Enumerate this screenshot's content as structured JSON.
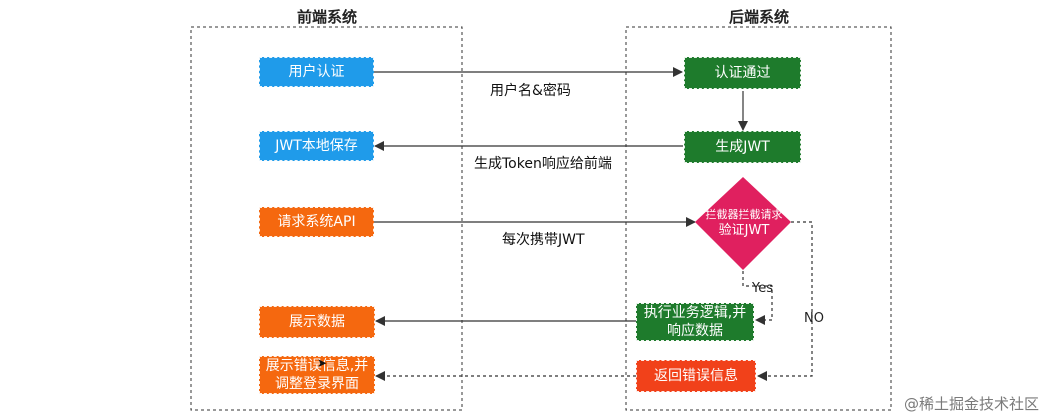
{
  "frontend": {
    "title": "前端系统",
    "nodes": {
      "auth": "用户认证",
      "save_jwt": "JWT本地保存",
      "request_api": "请求系统API",
      "show_data": "展示数据",
      "show_error_line1": "展示错误信息,并",
      "show_error_line2": "调整登录界面"
    }
  },
  "backend": {
    "title": "后端系统",
    "nodes": {
      "auth_pass": "认证通过",
      "gen_jwt": "生成JWT",
      "interceptor_line1": "拦截器拦截请求",
      "interceptor_line2": "验证JWT",
      "exec_line1": "执行业务逻辑,并",
      "exec_line2": "响应数据",
      "return_error": "返回错误信息"
    }
  },
  "messages": {
    "username_password": "用户名&密码",
    "token_response": "生成Token响应给前端",
    "carry_jwt": "每次携带JWT"
  },
  "branches": {
    "yes": "Yes",
    "no": "NO"
  },
  "watermark": "@稀土掘金技术社区",
  "colors": {
    "blue": "#1f9bea",
    "green": "#1e7b2c",
    "orange": "#f5680f",
    "red": "#f1411a",
    "diamond": "#e0205f"
  }
}
